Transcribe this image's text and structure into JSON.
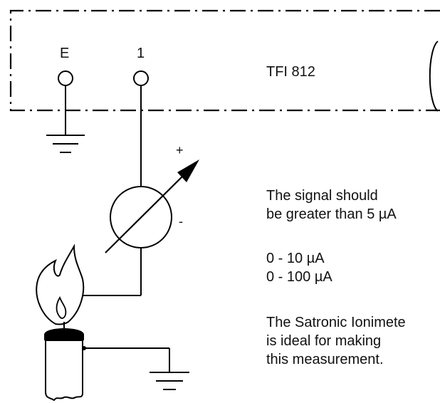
{
  "terminals": {
    "earth_label": "E",
    "terminal1_label": "1"
  },
  "device": {
    "name": "TFI 812"
  },
  "meter": {
    "plus": "+",
    "minus": "-"
  },
  "notes": {
    "signal_line1": "The signal should",
    "signal_line2": "be greater than 5 µA",
    "range1": "0 - 10 µA",
    "range2": "0 - 100 µA",
    "ionimeter_line1": "The Satronic Ionimete",
    "ionimeter_line2": "is ideal for making",
    "ionimeter_line3": "this measurement."
  }
}
